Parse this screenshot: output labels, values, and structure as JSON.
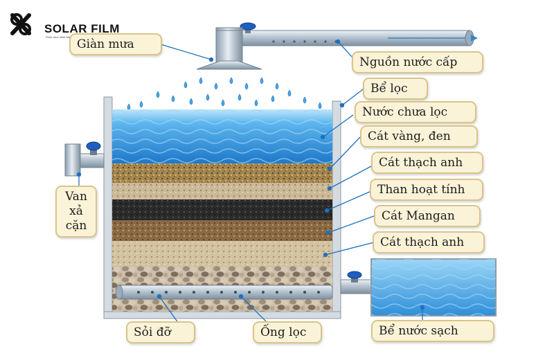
{
  "brand": {
    "name": "SOLAR FILM",
    "tagline": "Phim cách nhiệt Nano cao cấp"
  },
  "labels": {
    "gian_mua": "Giàn mưa",
    "nguon_nuoc_cap": "Nguồn nước cấp",
    "be_loc": "Bể lọc",
    "nuoc_chua_loc": "Nước chưa lọc",
    "cat_vang_den": "Cát vàng, đen",
    "cat_thach_anh_1": "Cát thạch anh",
    "than_hoat_tinh": "Than hoạt tính",
    "cat_mangan": "Cát Mangan",
    "cat_thach_anh_2": "Cát thạch anh",
    "van_xa_can": [
      "Van",
      "xả",
      "cặn"
    ],
    "soi_do": "Sỏi đỡ",
    "ong_loc": "Ống lọc",
    "be_nuoc_sach": "Bể nước sạch"
  },
  "colors": {
    "water": "#3f9fe0",
    "water_light": "#9fd6f7",
    "pipe": "#b8c7d3",
    "valve": "#1f5fbf",
    "label_bg": "#fbf3d8",
    "label_border": "#d9c48a",
    "tank_wall": "#c9d1d8"
  }
}
